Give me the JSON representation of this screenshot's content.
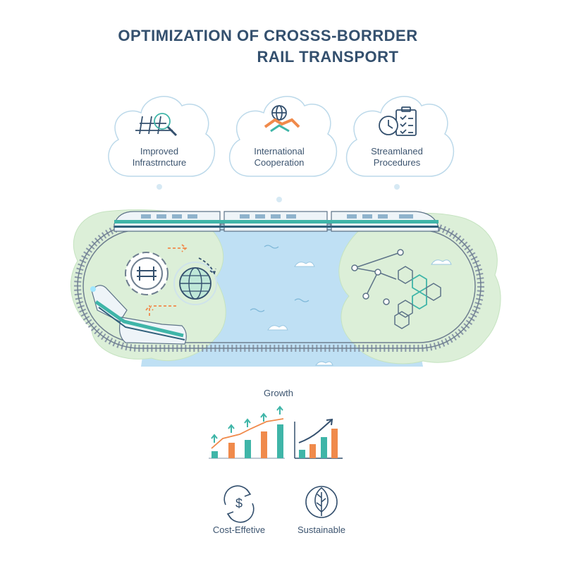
{
  "title": {
    "line1": "OPTIMIZATION OF CROSSS-BORRDER",
    "line2": "RAIL TRANSPORT"
  },
  "clouds": [
    {
      "icon": "rail-magnifier-icon",
      "line1": "Improved",
      "line2": "Infrastrncture"
    },
    {
      "icon": "handshake-globe-icon",
      "line1": "International",
      "line2": "Cooperation"
    },
    {
      "icon": "clock-checklist-icon",
      "line1": "Streamlaned",
      "line2": "Procedures"
    }
  ],
  "growth": {
    "label": "Growth"
  },
  "benefits": [
    {
      "icon": "dollar-cycle-icon",
      "label": "Cost-Effetive"
    },
    {
      "icon": "leaf-icon",
      "label": "Sustainable"
    }
  ],
  "colors": {
    "navy": "#34506e",
    "teal": "#3fb5a8",
    "orange": "#f08a4b",
    "water": "#bfe0f4",
    "land": "#dcefd8",
    "cloud_stroke": "#bcd9ea"
  }
}
